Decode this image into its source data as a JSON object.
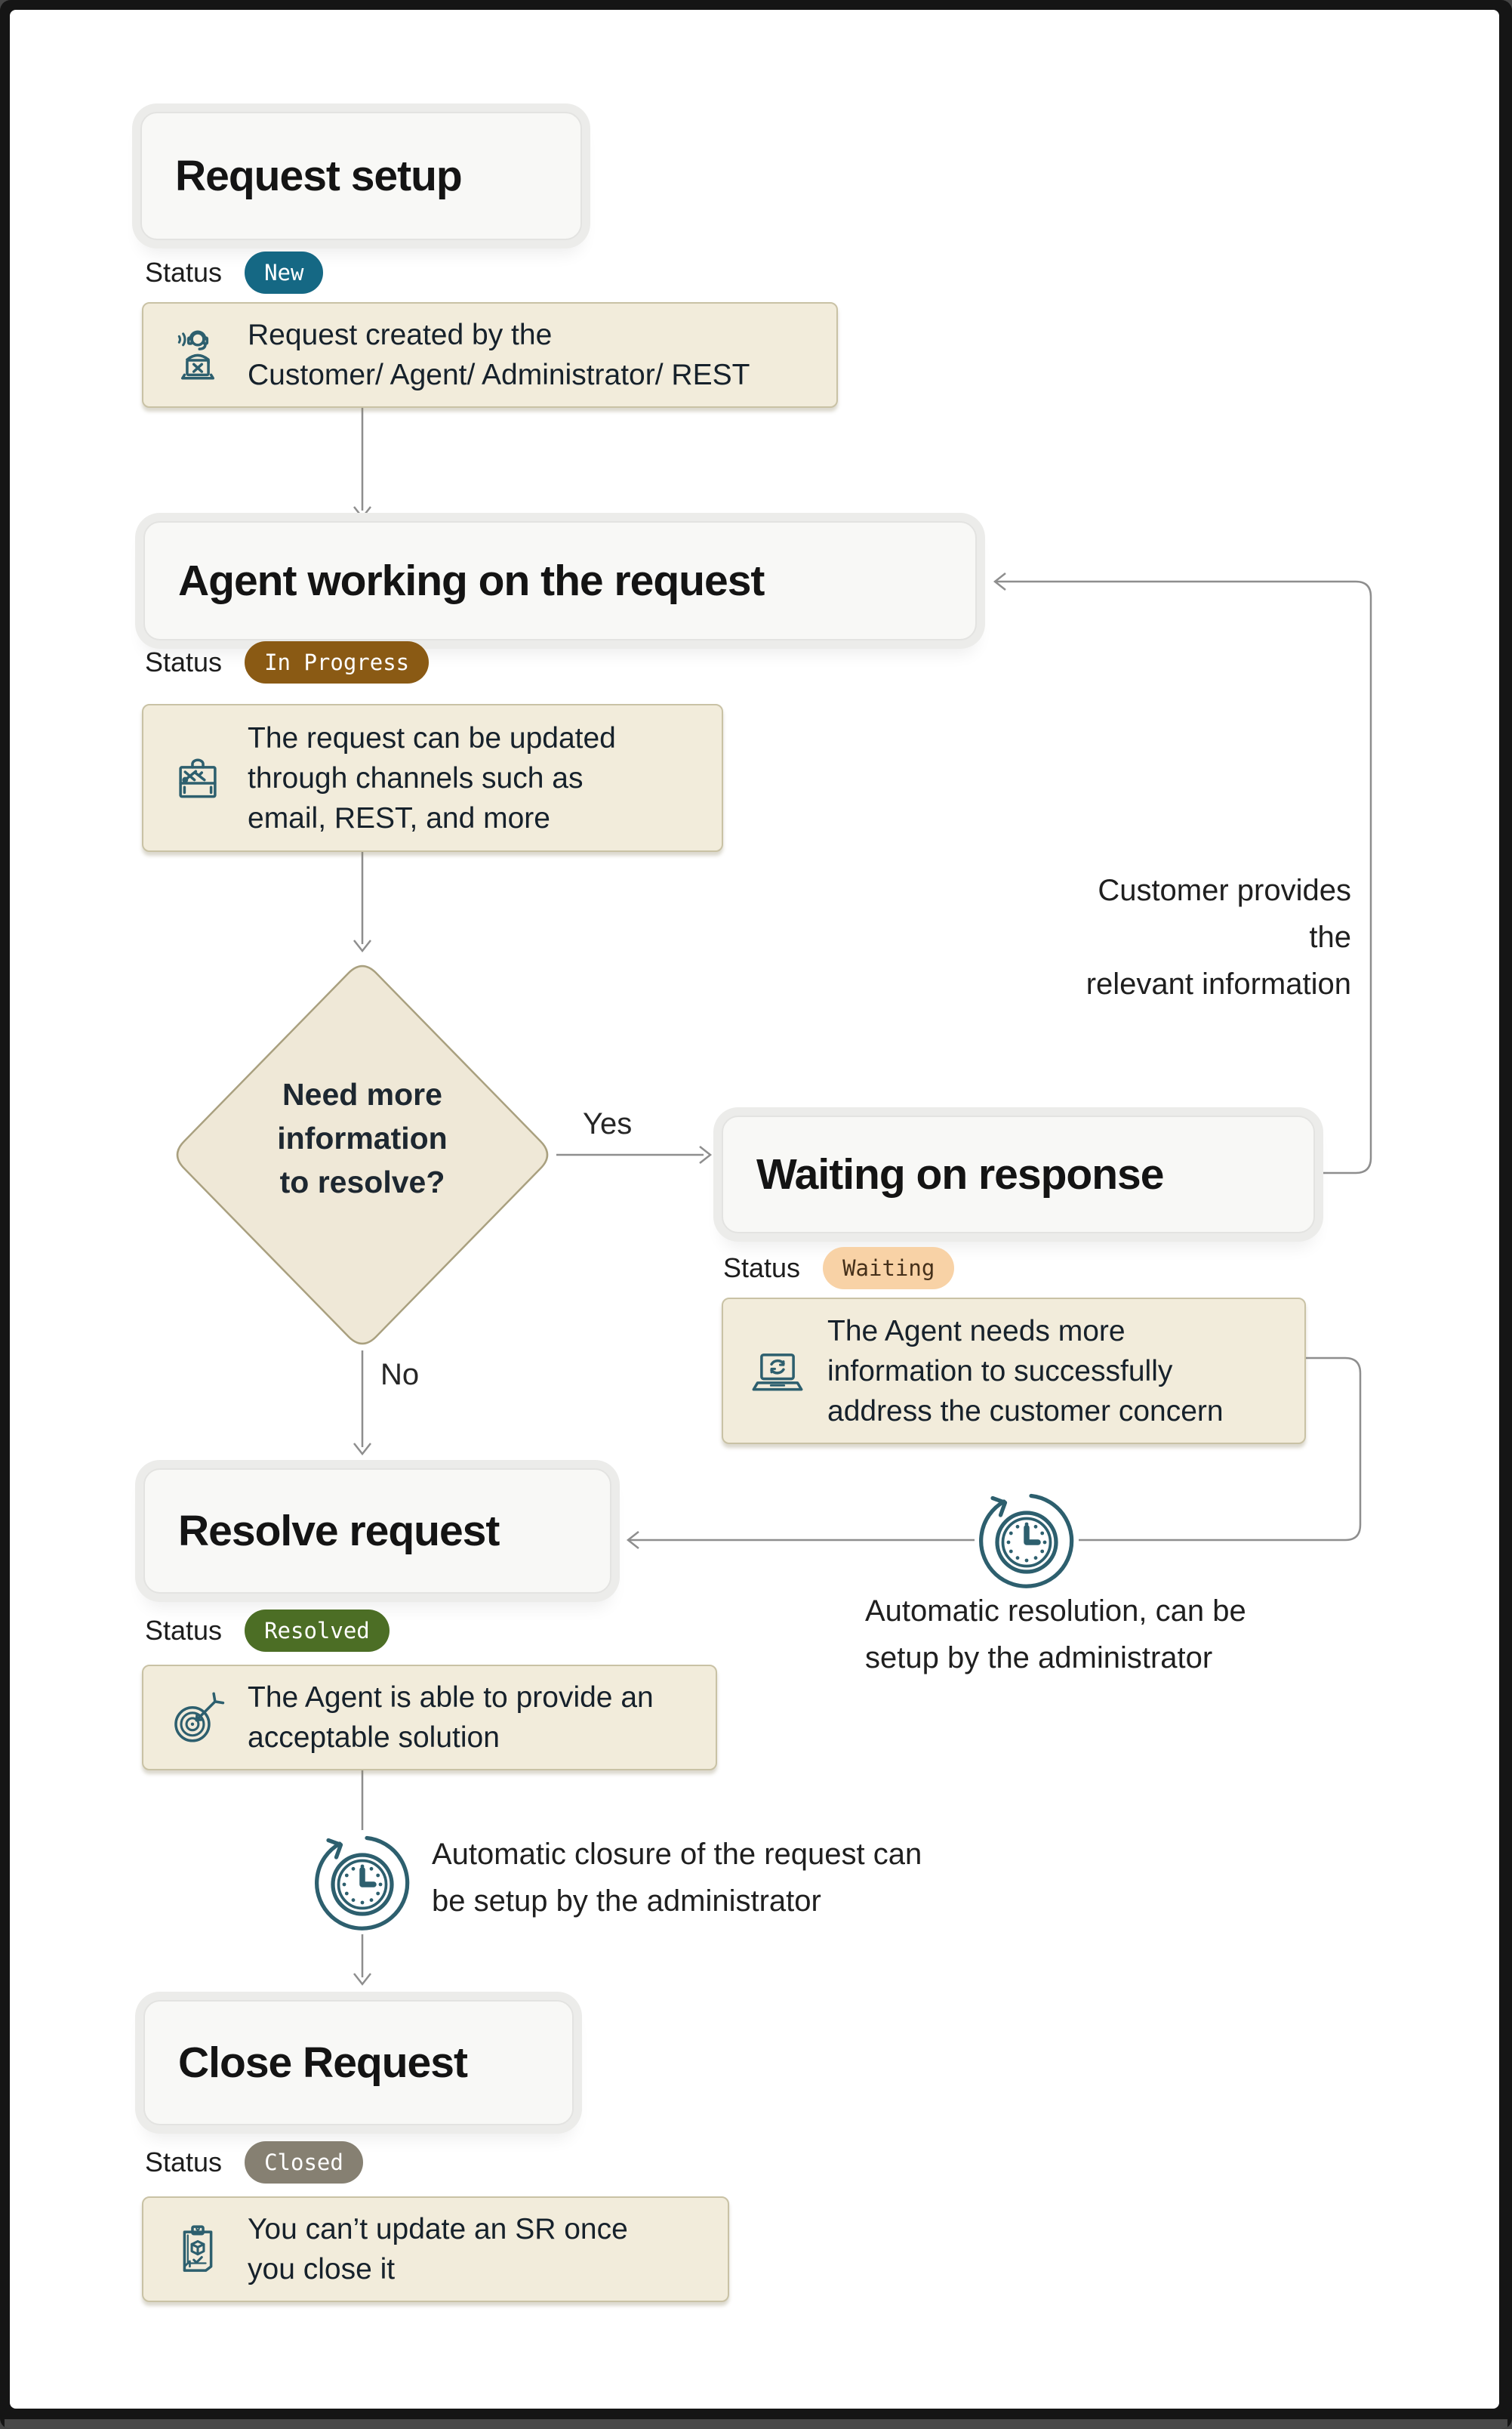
{
  "window": {
    "frame_color": "#151515",
    "canvas_color": "#ffffff"
  },
  "connector_color": "#8e8e8e",
  "icon_color": "#2d5f6e",
  "stages": [
    {
      "title": "Request setup",
      "status_label": "Status",
      "status": "New",
      "status_bg": "#156884",
      "status_fg": "#ffffff",
      "description": "Request created by the\nCustomer/ Agent/ Administrator/ REST",
      "icon": "support-agent-icon"
    },
    {
      "title": "Agent working on the request",
      "status_label": "Status",
      "status": "In Progress",
      "status_bg": "#8a5a14",
      "status_fg": "#ffffff",
      "description": "The request can be updated\nthrough channels such as\nemail, REST, and more",
      "icon": "toolbox-icon"
    },
    {
      "title": "Waiting on response",
      "status_label": "Status",
      "status": "Waiting",
      "status_bg": "#f8d2a6",
      "status_fg": "#45301a",
      "description": "The Agent needs more\ninformation to successfully\naddress the customer concern",
      "icon": "laptop-sync-icon"
    },
    {
      "title": "Resolve request",
      "status_label": "Status",
      "status": "Resolved",
      "status_bg": "#4c6e25",
      "status_fg": "#ffffff",
      "description": "The Agent is able to provide an\nacceptable solution",
      "icon": "target-arrow-icon"
    },
    {
      "title": "Close Request",
      "status_label": "Status",
      "status": "Closed",
      "status_bg": "#868072",
      "status_fg": "#ffffff",
      "description": "You can’t update an SR once\nyou close it",
      "icon": "clipboard-check-icon"
    }
  ],
  "decision": {
    "question": "Need more\ninformation\nto resolve?",
    "yes_label": "Yes",
    "no_label": "No"
  },
  "annotations": {
    "customer_provides": "Customer provides the\nrelevant information",
    "auto_resolution": "Automatic resolution, can be\nsetup by the administrator",
    "auto_closure": "Automatic closure of the request can\nbe setup by the administrator"
  }
}
